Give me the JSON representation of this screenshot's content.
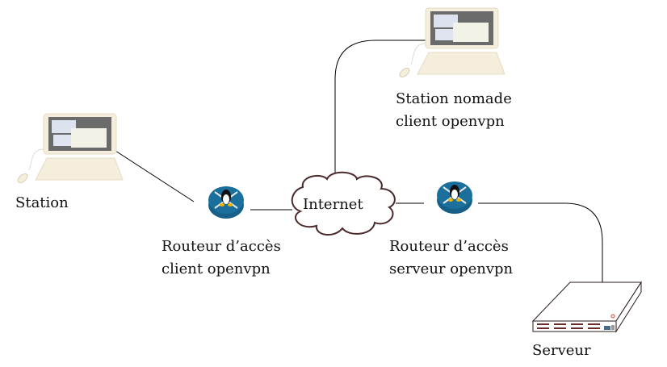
{
  "nodes": {
    "station": {
      "label": "Station",
      "icon": "laptop-icon"
    },
    "nomad": {
      "label_line1": "Station nomade",
      "label_line2": "client openvpn",
      "icon": "laptop-icon"
    },
    "router_client": {
      "label_line1": "Routeur d’accès",
      "label_line2": "client openvpn",
      "icon": "linux-router-icon"
    },
    "router_server": {
      "label_line1": "Routeur d’accès",
      "label_line2": "serveur openvpn",
      "icon": "linux-router-icon"
    },
    "internet": {
      "label": "Internet",
      "icon": "cloud-icon"
    },
    "server": {
      "label": "Serveur",
      "icon": "rack-server-icon"
    }
  },
  "colors": {
    "router": "#1a6f9c",
    "cloud_stroke": "#4a2a2a",
    "laptop_body": "#f5eedd"
  }
}
